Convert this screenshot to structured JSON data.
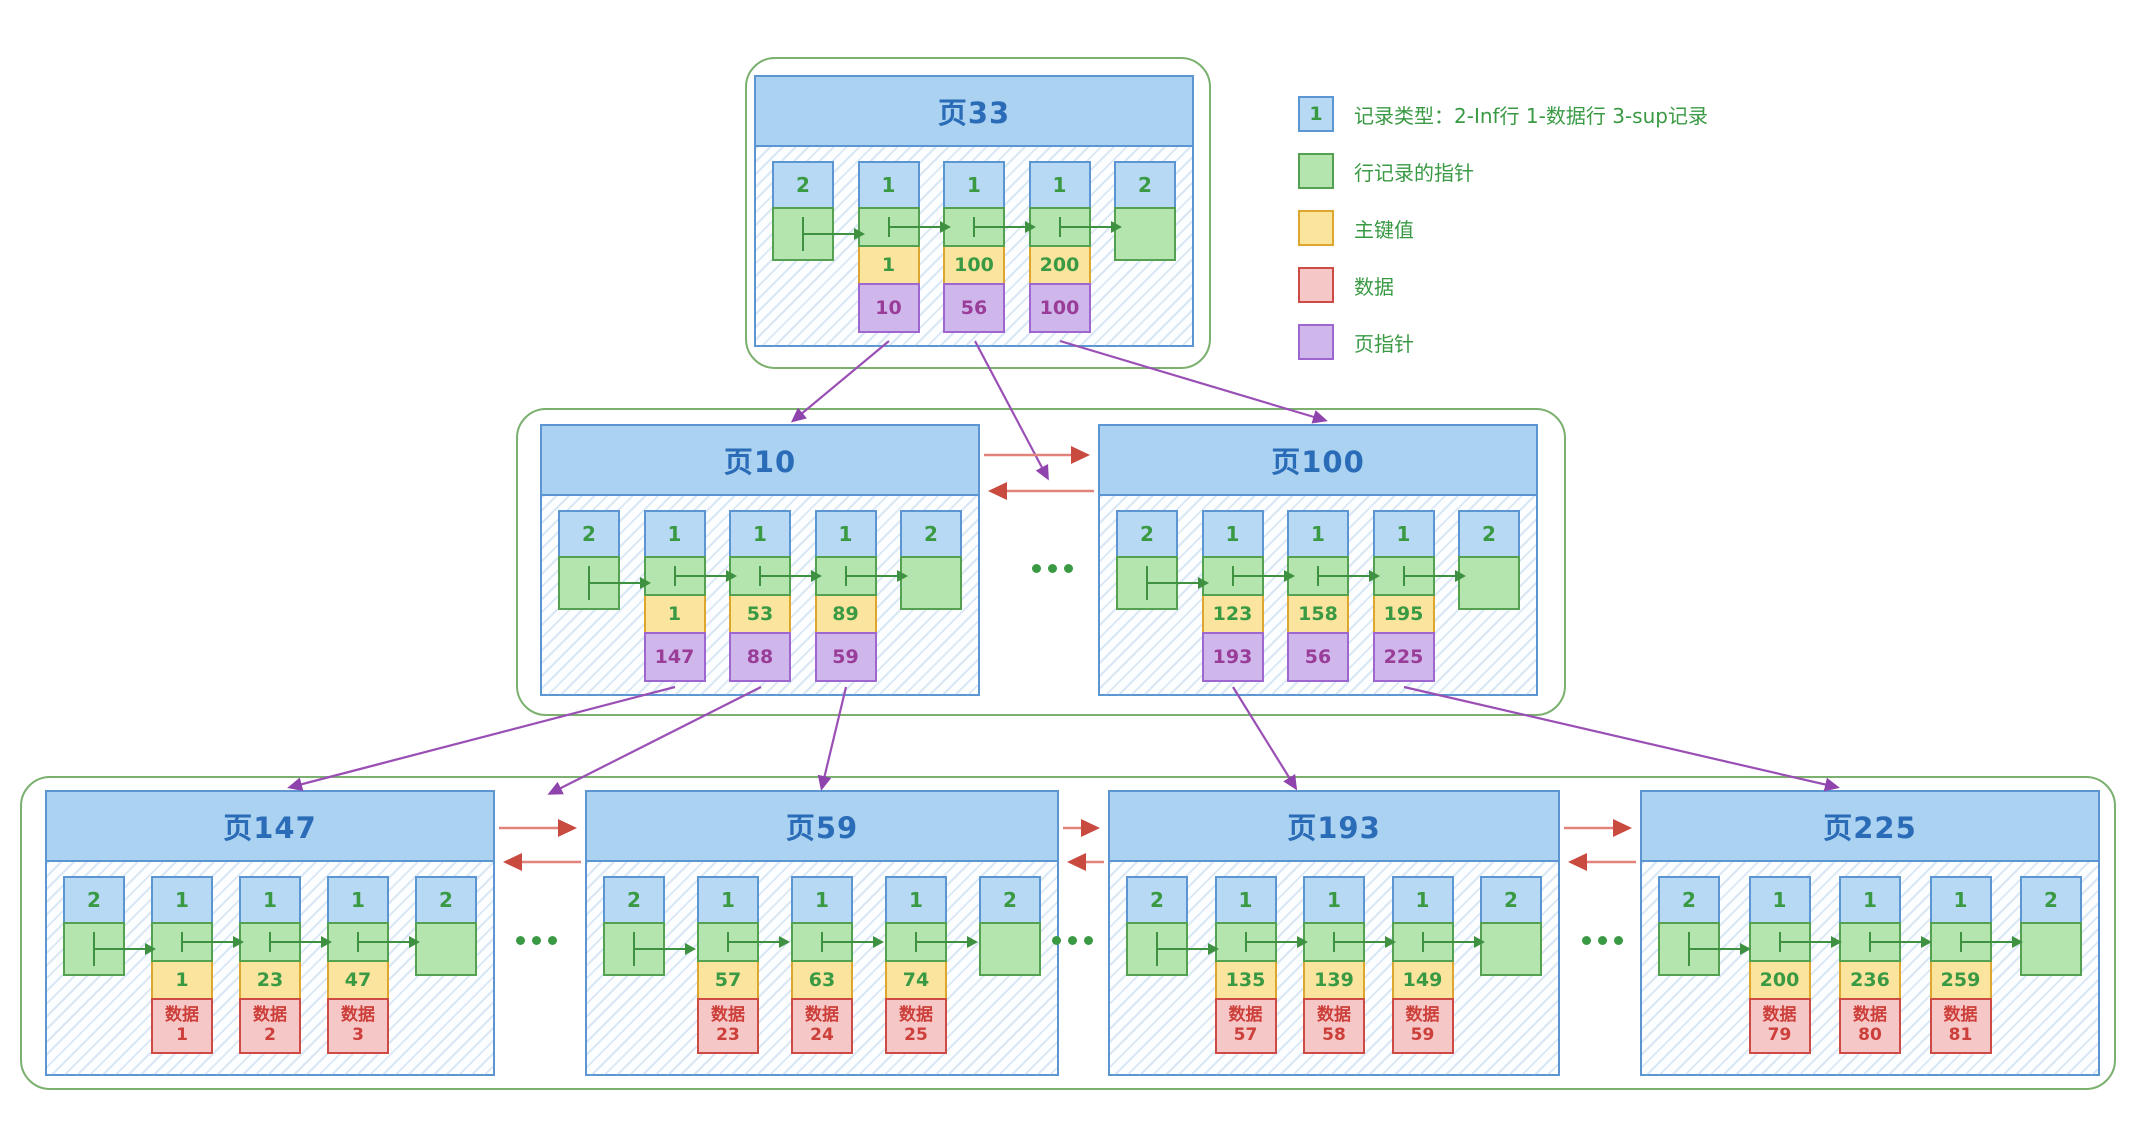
{
  "legend": {
    "items": [
      {
        "swatch_label": "1",
        "label": "记录类型：2-Inf行 1-数据行 3-sup记录"
      },
      {
        "swatch_label": "",
        "label": "行记录的指针"
      },
      {
        "swatch_label": "",
        "label": "主键值"
      },
      {
        "swatch_label": "",
        "label": "数据"
      },
      {
        "swatch_label": "",
        "label": "页指针"
      }
    ]
  },
  "pages": {
    "p33": {
      "title": "页33",
      "records": [
        {
          "rec_type": "2"
        },
        {
          "rec_type": "1",
          "key": "1",
          "page_ptr": "10"
        },
        {
          "rec_type": "1",
          "key": "100",
          "page_ptr": "56"
        },
        {
          "rec_type": "1",
          "key": "200",
          "page_ptr": "100"
        },
        {
          "rec_type": "2"
        }
      ]
    },
    "p10": {
      "title": "页10",
      "records": [
        {
          "rec_type": "2"
        },
        {
          "rec_type": "1",
          "key": "1",
          "page_ptr": "147"
        },
        {
          "rec_type": "1",
          "key": "53",
          "page_ptr": "88"
        },
        {
          "rec_type": "1",
          "key": "89",
          "page_ptr": "59"
        },
        {
          "rec_type": "2"
        }
      ]
    },
    "p100": {
      "title": "页100",
      "records": [
        {
          "rec_type": "2"
        },
        {
          "rec_type": "1",
          "key": "123",
          "page_ptr": "193"
        },
        {
          "rec_type": "1",
          "key": "158",
          "page_ptr": "56"
        },
        {
          "rec_type": "1",
          "key": "195",
          "page_ptr": "225"
        },
        {
          "rec_type": "2"
        }
      ]
    },
    "p147": {
      "title": "页147",
      "records": [
        {
          "rec_type": "2"
        },
        {
          "rec_type": "1",
          "key": "1",
          "data_label": "数据",
          "data_value": "1"
        },
        {
          "rec_type": "1",
          "key": "23",
          "data_label": "数据",
          "data_value": "2"
        },
        {
          "rec_type": "1",
          "key": "47",
          "data_label": "数据",
          "data_value": "3"
        },
        {
          "rec_type": "2"
        }
      ]
    },
    "p59": {
      "title": "页59",
      "records": [
        {
          "rec_type": "2"
        },
        {
          "rec_type": "1",
          "key": "57",
          "data_label": "数据",
          "data_value": "23"
        },
        {
          "rec_type": "1",
          "key": "63",
          "data_label": "数据",
          "data_value": "24"
        },
        {
          "rec_type": "1",
          "key": "74",
          "data_label": "数据",
          "data_value": "25"
        },
        {
          "rec_type": "2"
        }
      ]
    },
    "p193": {
      "title": "页193",
      "records": [
        {
          "rec_type": "2"
        },
        {
          "rec_type": "1",
          "key": "135",
          "data_label": "数据",
          "data_value": "57"
        },
        {
          "rec_type": "1",
          "key": "139",
          "data_label": "数据",
          "data_value": "58"
        },
        {
          "rec_type": "1",
          "key": "149",
          "data_label": "数据",
          "data_value": "59"
        },
        {
          "rec_type": "2"
        }
      ]
    },
    "p225": {
      "title": "页225",
      "records": [
        {
          "rec_type": "2"
        },
        {
          "rec_type": "1",
          "key": "200",
          "data_label": "数据",
          "data_value": "79"
        },
        {
          "rec_type": "1",
          "key": "236",
          "data_label": "数据",
          "data_value": "80"
        },
        {
          "rec_type": "1",
          "key": "259",
          "data_label": "数据",
          "data_value": "81"
        },
        {
          "rec_type": "2"
        }
      ]
    },
    "colors": {
      "record_blue": "#b7d9f3",
      "pointer_green": "#b5e5ae",
      "key_yellow": "#fae49e",
      "data_pink": "#f6c7c7",
      "page_ptr_purple": "#cfb7ec",
      "page_border_blue": "#5b96d2",
      "title_blue": "#2b6cb8",
      "green_text": "#3a9a44",
      "purple_arrow": "#9a4fb5",
      "red_arrow": "#c94a3f",
      "group_border_green": "#7bb06f"
    }
  }
}
